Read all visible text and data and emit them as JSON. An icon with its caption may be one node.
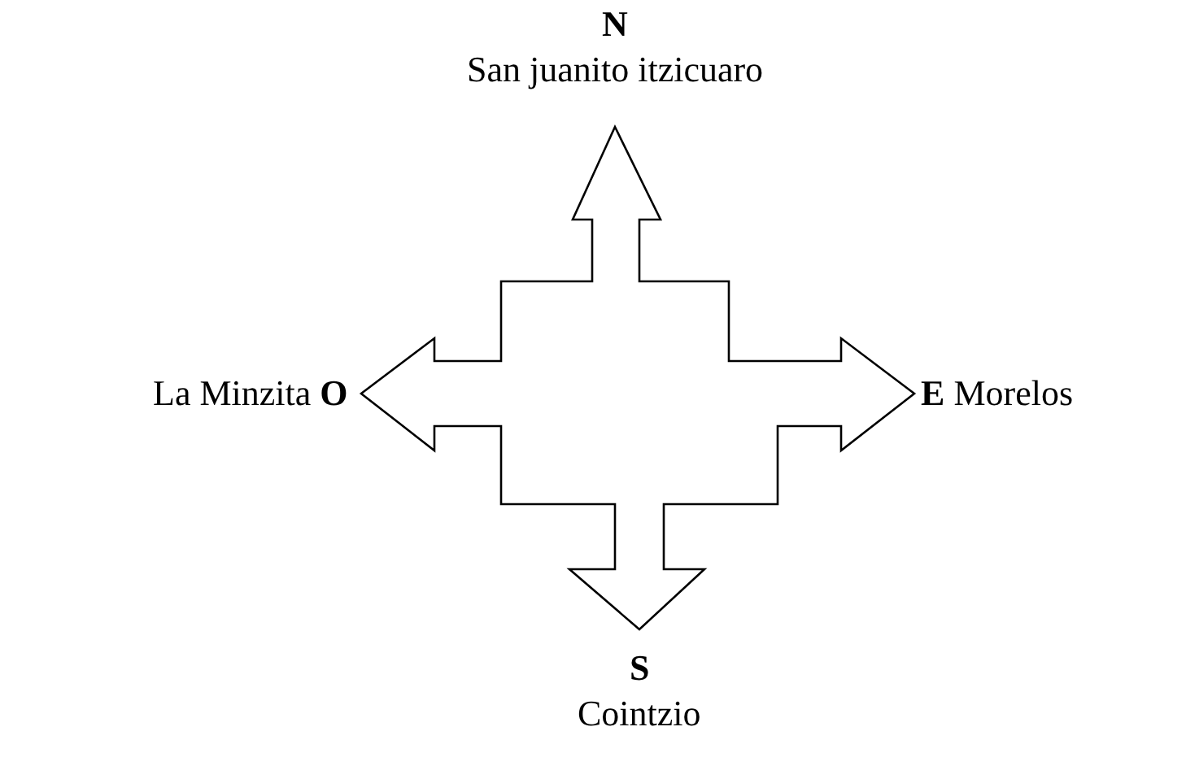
{
  "diagram": {
    "labels": [
      "N",
      "San juanito itzicuaro",
      "La Minzita **O**",
      "**E** Morelos",
      "S",
      "Cointzio"
    ]
  }
}
